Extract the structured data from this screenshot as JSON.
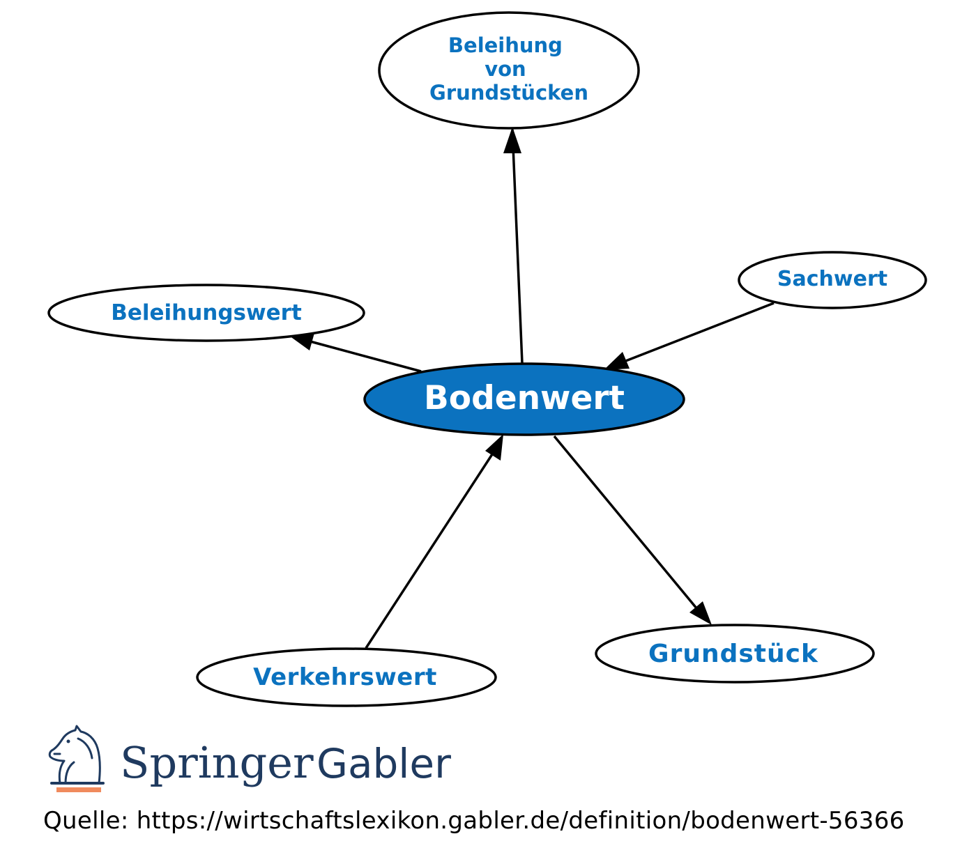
{
  "diagram": {
    "center": {
      "label": "Bodenwert"
    },
    "nodes": {
      "beleihung_von_grundstuecken": {
        "lines": [
          "Beleihung",
          "von",
          "Grundstücken"
        ]
      },
      "sachwert": {
        "label": "Sachwert"
      },
      "beleihungswert": {
        "label": "Beleihungswert"
      },
      "grundstueck": {
        "label": "Grundstück"
      },
      "verkehrswert": {
        "label": "Verkehrswert"
      }
    },
    "edges": [
      {
        "from": "Bodenwert",
        "to": "Beleihung von Grundstücken"
      },
      {
        "from": "Sachwert",
        "to": "Bodenwert"
      },
      {
        "from": "Bodenwert",
        "to": "Beleihungswert"
      },
      {
        "from": "Verkehrswert",
        "to": "Bodenwert"
      },
      {
        "from": "Bodenwert",
        "to": "Grundstück"
      }
    ]
  },
  "branding": {
    "springer": "Springer",
    "gabler": "Gabler"
  },
  "source": "Quelle: https://wirtschaftslexikon.gabler.de/definition/bodenwert-56366",
  "colors": {
    "center_fill": "#0b72bf",
    "label_blue": "#0b72bf",
    "logo_navy": "#1f3a5f",
    "logo_accent": "#f08a5d"
  }
}
